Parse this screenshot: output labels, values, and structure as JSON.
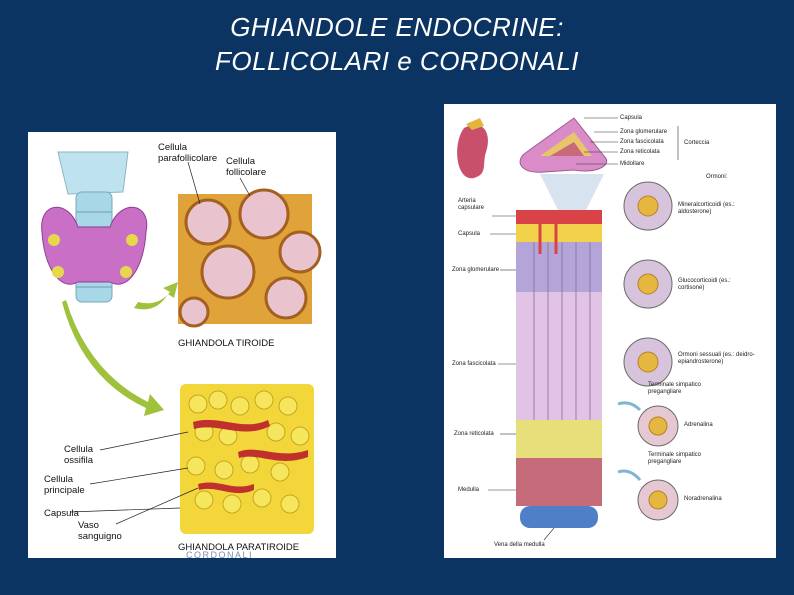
{
  "title": {
    "line1": "GHIANDOLE ENDOCRINE:",
    "line2": "FOLLICOLARI e CORDONALI"
  },
  "thyroid": {
    "labels": {
      "parafollicular": "Cellula parafollicolare",
      "follicular": "Cellula follicolare",
      "tiroide": "GHIANDOLA TIROIDE",
      "ossifila": "Cellula ossifila",
      "principale": "Cellula principale",
      "capsula": "Capsula",
      "vaso": "Vaso sanguigno",
      "paratiroide": "GHIANDOLA PARATIROIDE"
    },
    "footer": "CORDONALI"
  },
  "adrenal": {
    "top_labels": {
      "capsula": "Capsula",
      "glomerulare": "Zona glomerulare",
      "fascicolata": "Zona fascicolata",
      "reticolata": "Zona reticolata",
      "midollare": "Midollare",
      "corteccia": "Corteccia"
    },
    "left_labels": {
      "arteria": "Arteria capsulare",
      "capsula": "Capsula",
      "glomerulare": "Zona glomerulare",
      "fascicolata": "Zona fascicolata",
      "reticolata": "Zona reticolata",
      "medulla": "Medulla",
      "vena": "Vena della medulla"
    },
    "right_labels": {
      "ormoni": "Ormoni:",
      "mineralcorticoidi": "Mineralcorticoidi (es.: aldosterone)",
      "glucocorticoidi": "Glucocorticoidi (es.: cortisone)",
      "sessuali": "Ormoni sessuali (es.: deidro- epiandrosterone)",
      "terminale1": "Terminale simpatico pregangliare",
      "adrenalina": "Adrenalina",
      "terminale2": "Terminale simpatico pregangliare",
      "noradrenalina": "Noradrenalina"
    }
  }
}
